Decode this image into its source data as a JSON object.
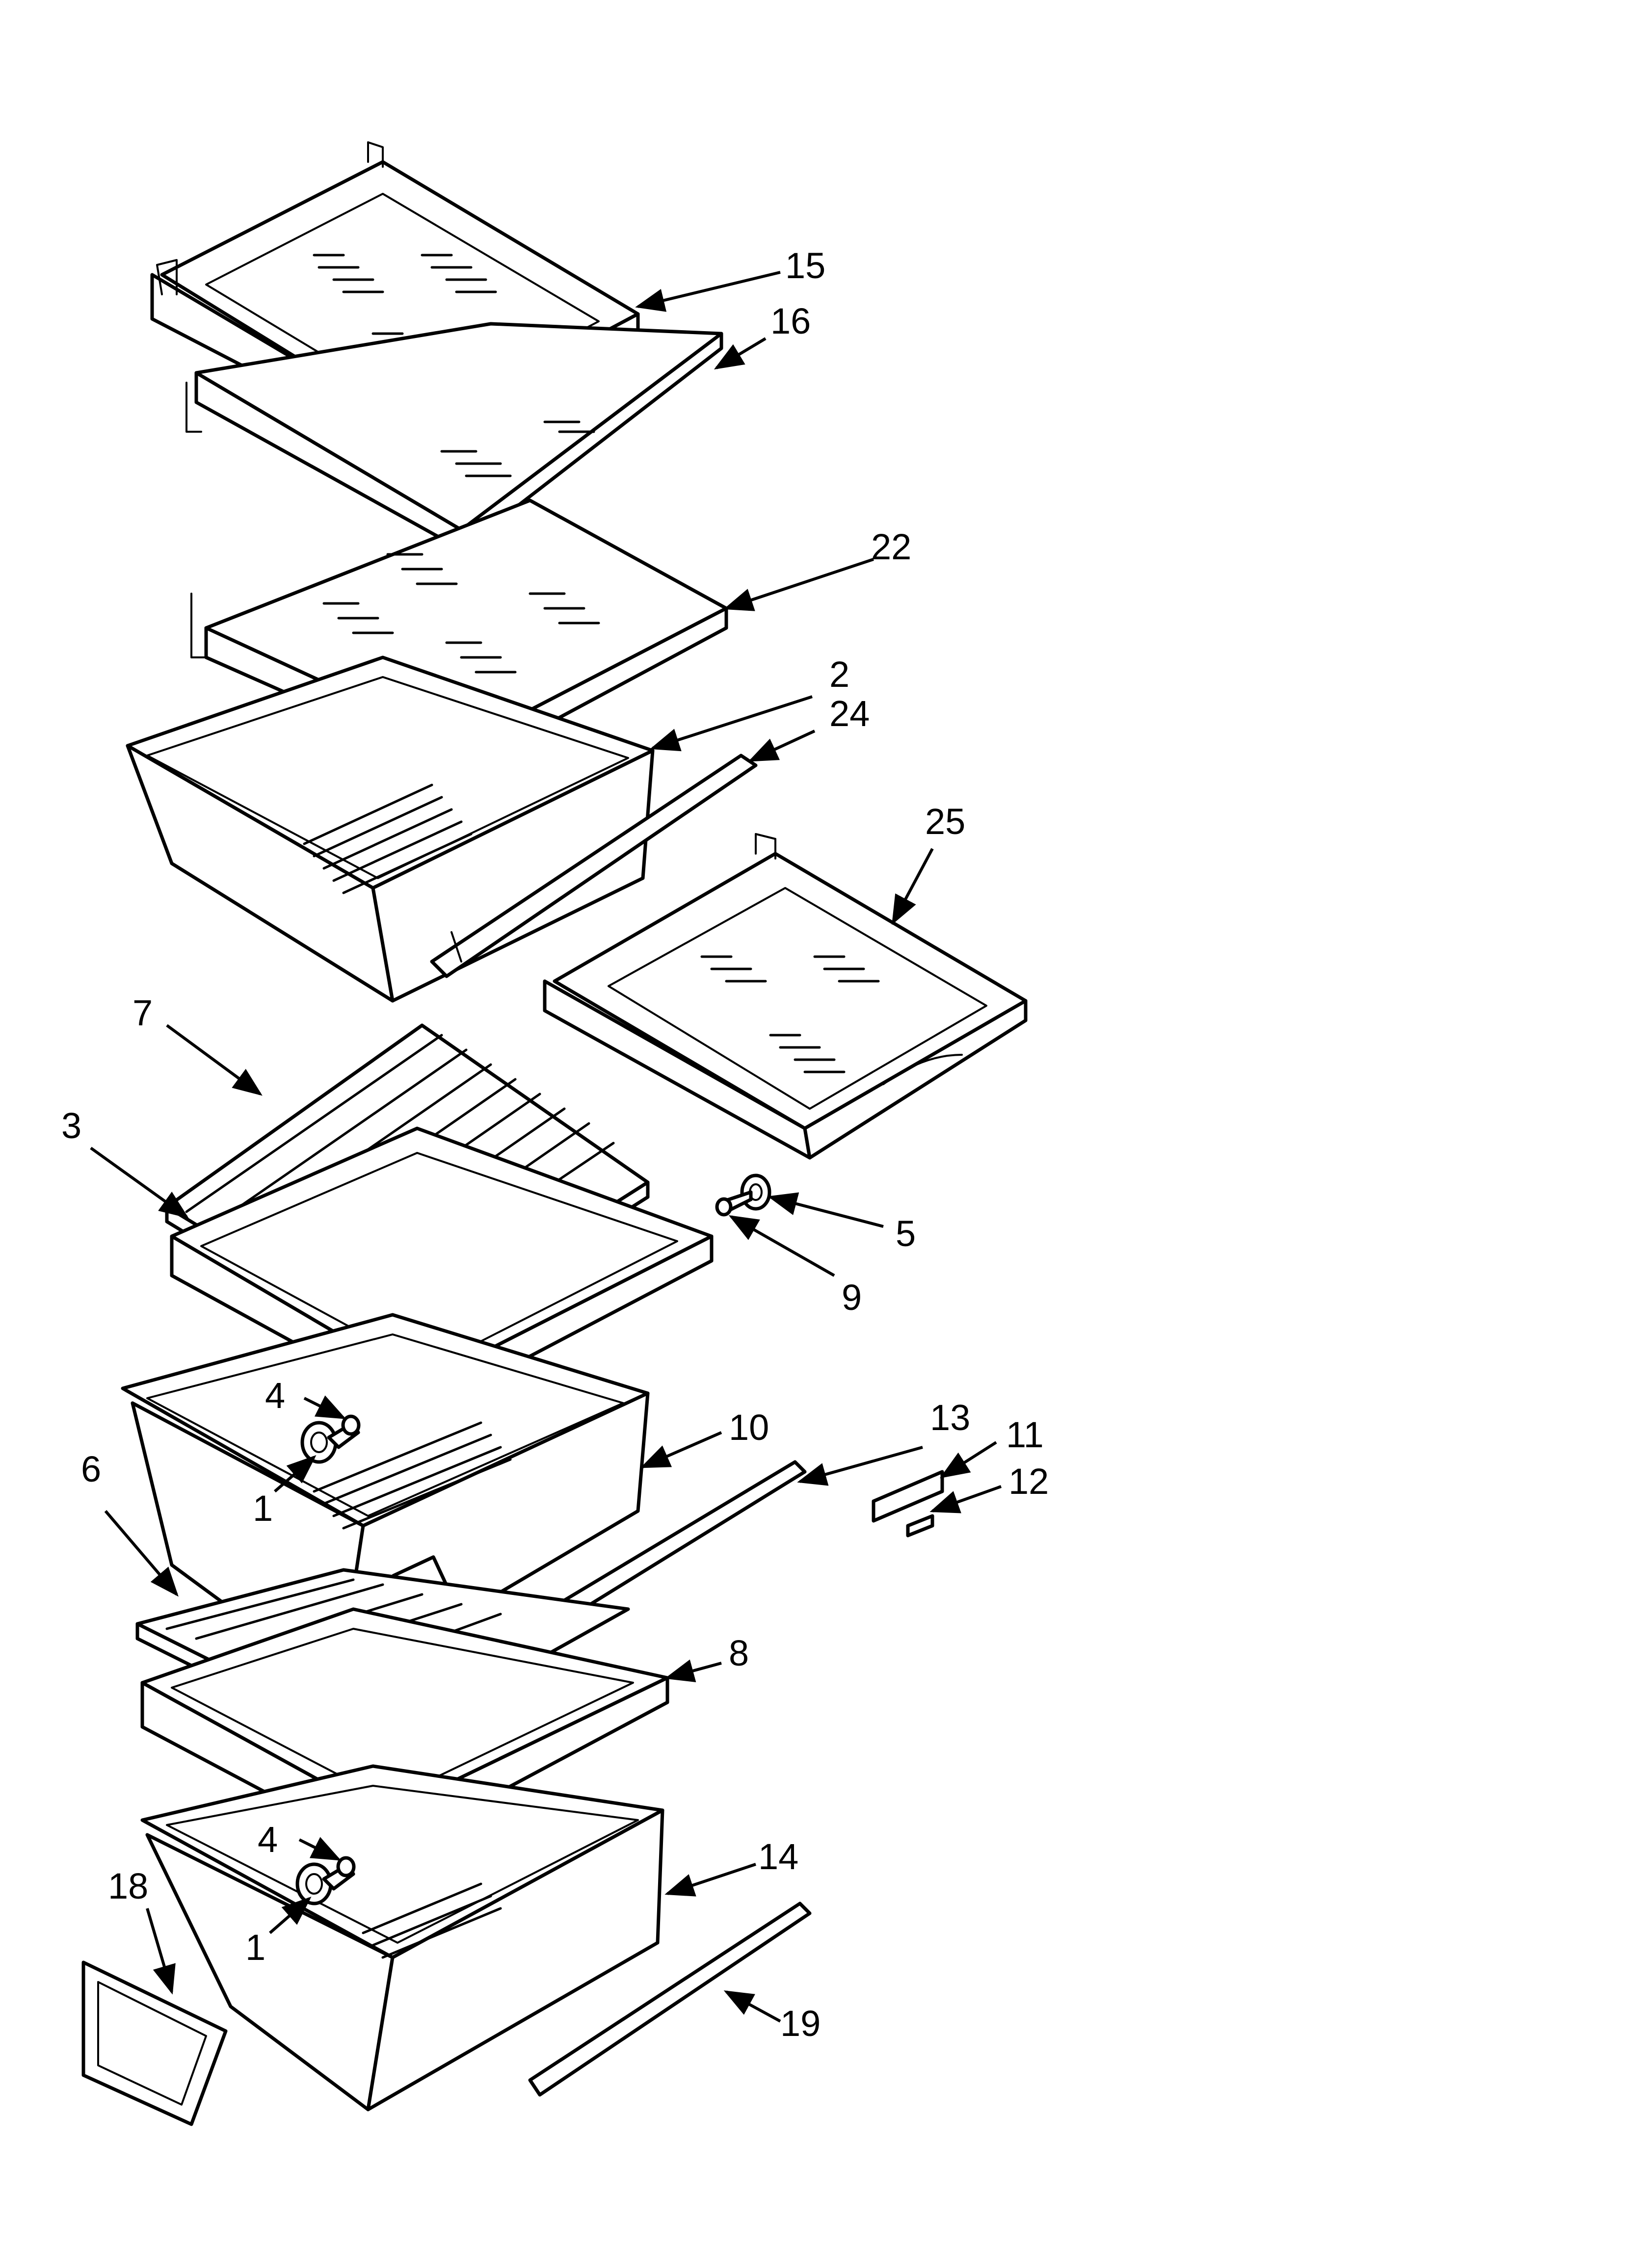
{
  "callouts": [
    {
      "id": "c15a",
      "label": "15"
    },
    {
      "id": "c16",
      "label": "16"
    },
    {
      "id": "c22",
      "label": "22"
    },
    {
      "id": "c2",
      "label": "2"
    },
    {
      "id": "c24",
      "label": "24"
    },
    {
      "id": "c25",
      "label": "25"
    },
    {
      "id": "c7",
      "label": "7"
    },
    {
      "id": "c3",
      "label": "3"
    },
    {
      "id": "c5",
      "label": "5"
    },
    {
      "id": "c9",
      "label": "9"
    },
    {
      "id": "c4a",
      "label": "4"
    },
    {
      "id": "c10",
      "label": "10"
    },
    {
      "id": "c13",
      "label": "13"
    },
    {
      "id": "c11",
      "label": "11"
    },
    {
      "id": "c12",
      "label": "12"
    },
    {
      "id": "c6",
      "label": "6"
    },
    {
      "id": "c1a",
      "label": "1"
    },
    {
      "id": "c8",
      "label": "8"
    },
    {
      "id": "c4b",
      "label": "4"
    },
    {
      "id": "c14",
      "label": "14"
    },
    {
      "id": "c18",
      "label": "18"
    },
    {
      "id": "c1b",
      "label": "1"
    },
    {
      "id": "c19",
      "label": "19"
    }
  ]
}
